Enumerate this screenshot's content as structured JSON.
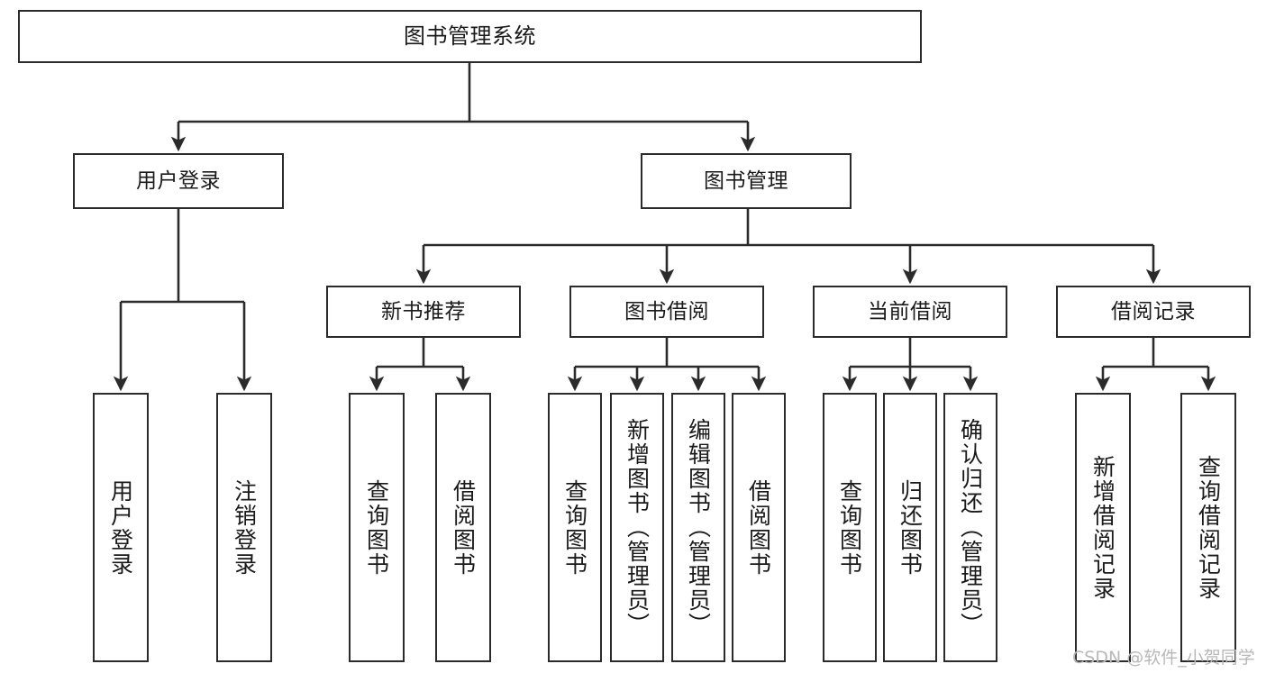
{
  "diagram": {
    "title": "图书管理系统",
    "type": "hierarchy-tree",
    "colors": {
      "stroke": "#2b2b2b",
      "fill": "#ffffff",
      "text": "#1a1a1a",
      "watermark": "#b8b8b8"
    },
    "root": {
      "label": "图书管理系统"
    },
    "level2": [
      {
        "label": "用户登录"
      },
      {
        "label": "图书管理"
      }
    ],
    "level3": [
      {
        "label": "新书推荐"
      },
      {
        "label": "图书借阅"
      },
      {
        "label": "当前借阅"
      },
      {
        "label": "借阅记录"
      }
    ],
    "leaves": {
      "user_login": [
        {
          "label": "用户登录"
        },
        {
          "label": "注销登录"
        }
      ],
      "new_book": [
        {
          "label": "查询图书"
        },
        {
          "label": "借阅图书"
        }
      ],
      "borrow_book": [
        {
          "label": "查询图书"
        },
        {
          "label": "新增图书（管理员）"
        },
        {
          "label": "编辑图书（管理员）"
        },
        {
          "label": "借阅图书"
        }
      ],
      "current_borrow": [
        {
          "label": "查询图书"
        },
        {
          "label": "归还图书"
        },
        {
          "label": "确认归还（管理员）"
        }
      ],
      "borrow_record": [
        {
          "label": "新增借阅记录"
        },
        {
          "label": "查询借阅记录"
        }
      ]
    }
  },
  "watermark": {
    "text": "CSDN @软件_小贺同学"
  }
}
